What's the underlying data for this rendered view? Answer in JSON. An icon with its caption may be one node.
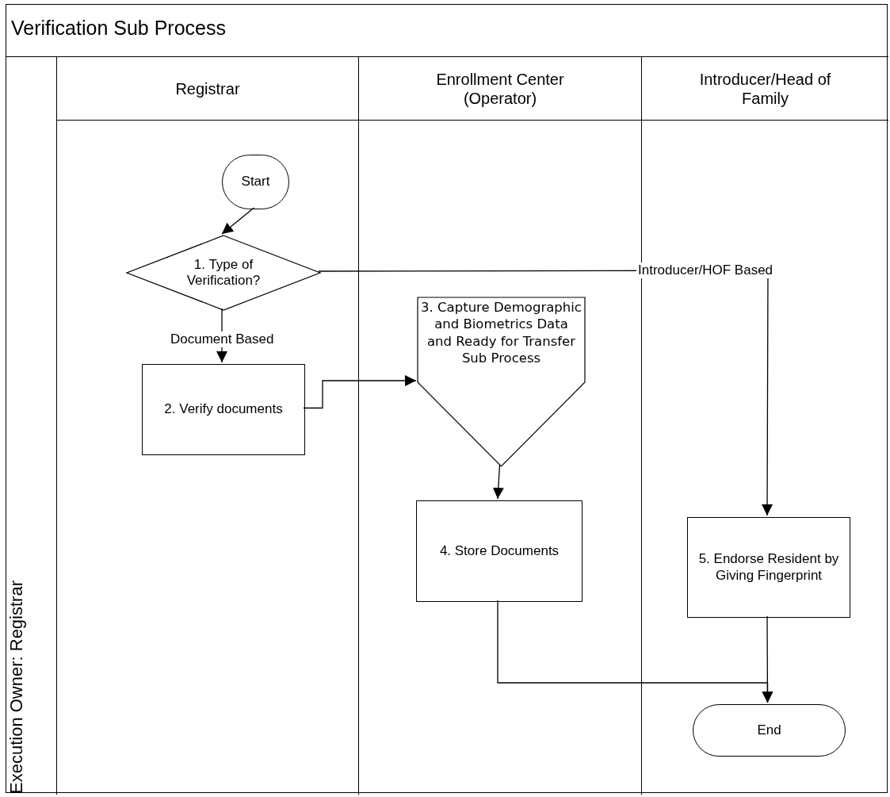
{
  "diagram": {
    "nodes": [
      {
        "text": [
          "Verification Sub Process"
        ]
      },
      {
        "text": [
          "Execution Owner: Registrar"
        ],
        "in": 0
      },
      {
        "text": [
          "Registrar"
        ],
        "in": 1
      },
      {
        "text": [
          "Enrollment Center (Operator)"
        ],
        "in": 1
      },
      {
        "text": [
          "Introducer/Head of Family"
        ],
        "in": 1
      },
      {
        "text": [
          "Start"
        ],
        "in": 2
      },
      {
        "text": [
          "1. Type of Verification?"
        ],
        "in": 2
      },
      {
        "text": [
          "2. Verify documents"
        ],
        "in": 2
      },
      {
        "text": [
          "3. Capture Demographic and Biometrics Data and Ready for Transfer Sub Process"
        ],
        "in": 3
      },
      {
        "text": [
          "4. Store Documents"
        ],
        "in": 3
      },
      {
        "text": [
          "5. Endorse Resident by Giving Fingerprint"
        ],
        "in": 4
      },
      {
        "text": [
          "End"
        ],
        "in": 4
      }
    ],
    "edges": [
      {
        "from": 5,
        "to": 6,
        "arrow": "to"
      },
      {
        "from": 6,
        "to": 7,
        "label": "Document Based",
        "arrow": "to"
      },
      {
        "from": 6,
        "to": 10,
        "label": "Introducer/HOF Based",
        "arrow": "to"
      },
      {
        "from": 7,
        "to": 8,
        "arrow": "to"
      },
      {
        "from": 8,
        "to": 9,
        "arrow": "to"
      },
      {
        "from": 10,
        "to": 11,
        "arrow": "to"
      },
      {
        "from": 9,
        "to": 11,
        "arrow": "to"
      }
    ]
  }
}
